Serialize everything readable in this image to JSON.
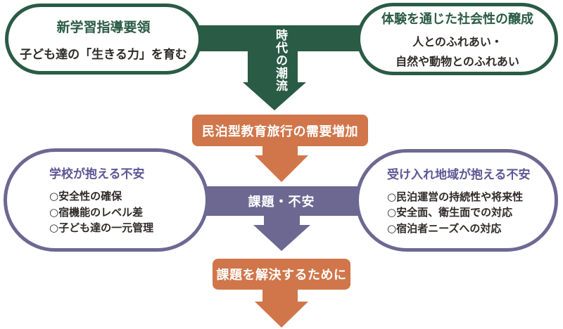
{
  "palette": {
    "green": "#2a5b45",
    "orange": "#d0764a",
    "purple": "#6c6892",
    "purple_title_text": "#5d5794",
    "body_text": "#2f2b28",
    "bar_text": "#ffffff"
  },
  "top_left_pill": {
    "title": "新学習指導要領",
    "subtitle": "子ども達の「生きる力」を育む"
  },
  "top_right_pill": {
    "title": "体験を通じた社会性の醸成",
    "line1": "人とのふれあい・",
    "line2": "自然や動物とのふれあい"
  },
  "era_label": "時代の潮流",
  "demand_box": "民泊型教育旅行の需要増加",
  "issues_bar": "課題・不安",
  "left_concern_pill": {
    "title": "学校が抱える不安",
    "items": [
      "○安全性の確保",
      "○宿機能のレベル差",
      "○子ども達の一元管理"
    ]
  },
  "right_concern_pill": {
    "title": "受け入れ地域が抱える不安",
    "items": [
      "○民泊運営の持続性や将来性",
      "○安全面、衛生面での対応",
      "○宿泊者ニーズへの対応"
    ]
  },
  "solution_box": "課題を解決するために"
}
